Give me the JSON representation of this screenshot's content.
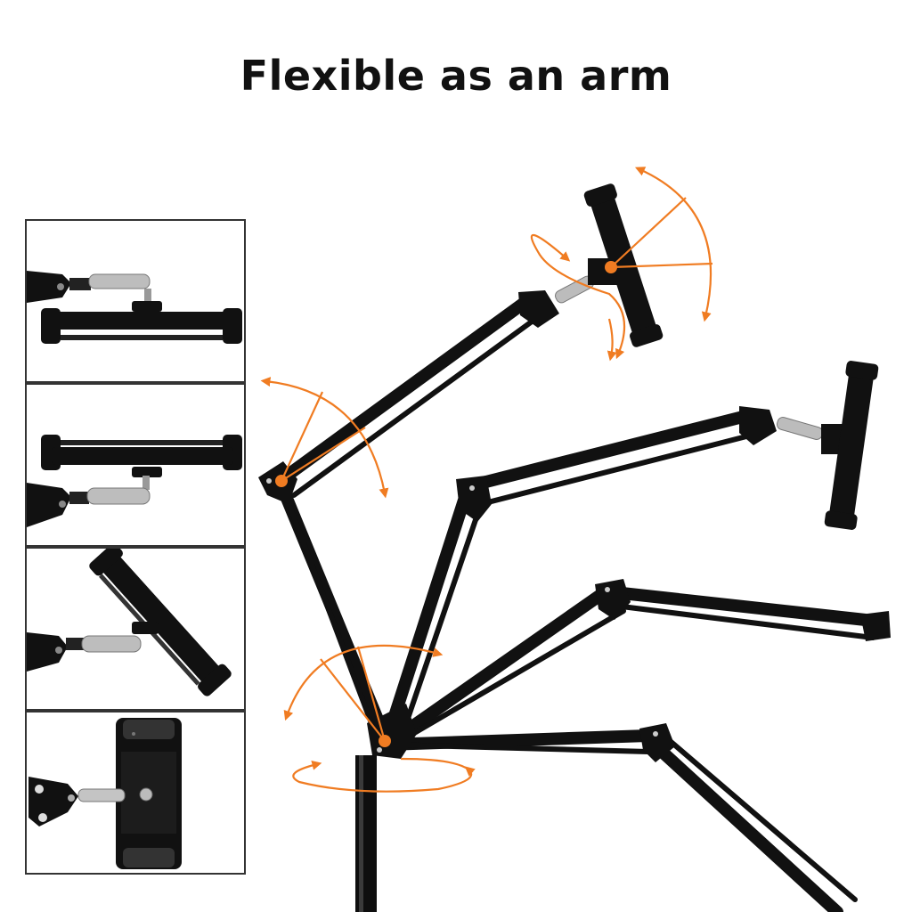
{
  "headline": "Flexible as an arm",
  "colors": {
    "accent": "#F07C22",
    "metal": "#111111",
    "chrome": "#B8B8B8",
    "border": "#333333",
    "background": "#FFFFFF"
  },
  "detail_panels": [
    {
      "name": "holder-horizontal-below-rod"
    },
    {
      "name": "holder-horizontal-above-rod"
    },
    {
      "name": "holder-tilted"
    },
    {
      "name": "holder-vertical-side-view"
    }
  ],
  "icons": [
    "rotation-arrow-icon",
    "pivot-dot-icon"
  ]
}
